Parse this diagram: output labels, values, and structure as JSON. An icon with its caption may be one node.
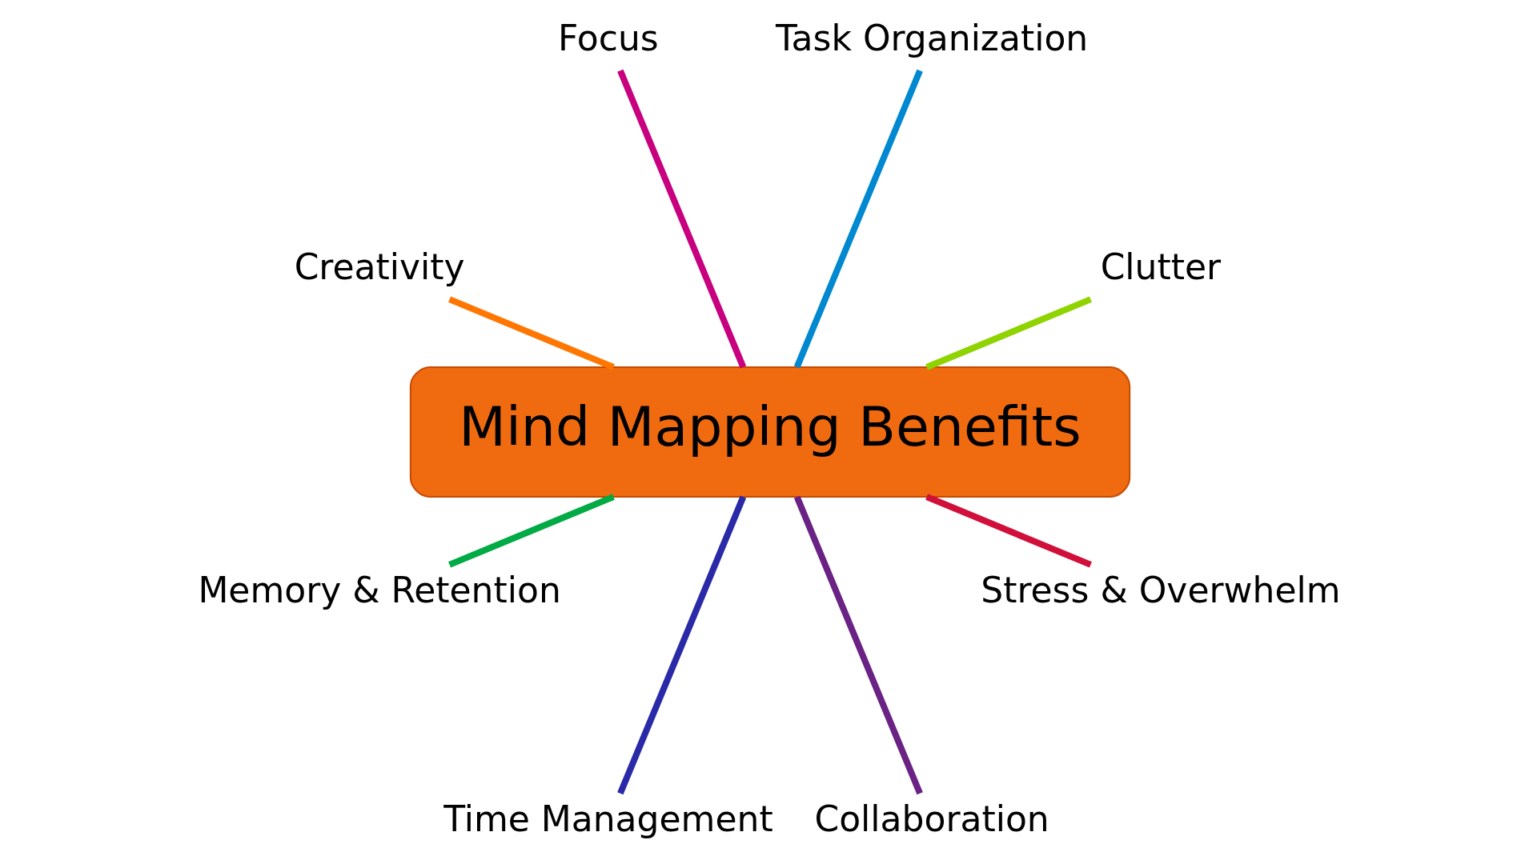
{
  "diagram": {
    "nodes": [
      {
        "text": [
          "Mind Mapping Benefits"
        ]
      },
      {
        "text": [
          "Clutter"
        ]
      },
      {
        "text": [
          "Task Organization"
        ]
      },
      {
        "text": [
          "Focus"
        ]
      },
      {
        "text": [
          "Creativity"
        ]
      },
      {
        "text": [
          "Memory & Retention"
        ]
      },
      {
        "text": [
          "Time Management"
        ]
      },
      {
        "text": [
          "Collaboration"
        ]
      },
      {
        "text": [
          "Stress & Overwhelm"
        ]
      }
    ],
    "edges": [
      {
        "from": 0,
        "to": 1,
        "arrow": "none",
        "color": "#8fd400"
      },
      {
        "from": 0,
        "to": 2,
        "arrow": "none",
        "color": "#0088d0"
      },
      {
        "from": 0,
        "to": 3,
        "arrow": "none",
        "color": "#c8007f"
      },
      {
        "from": 0,
        "to": 4,
        "arrow": "none",
        "color": "#ff7700"
      },
      {
        "from": 0,
        "to": 5,
        "arrow": "none",
        "color": "#00aa44"
      },
      {
        "from": 0,
        "to": 6,
        "arrow": "none",
        "color": "#2a2aa8"
      },
      {
        "from": 0,
        "to": 7,
        "arrow": "none",
        "color": "#6a2285"
      },
      {
        "from": 0,
        "to": 8,
        "arrow": "none",
        "color": "#d0103a"
      }
    ]
  }
}
